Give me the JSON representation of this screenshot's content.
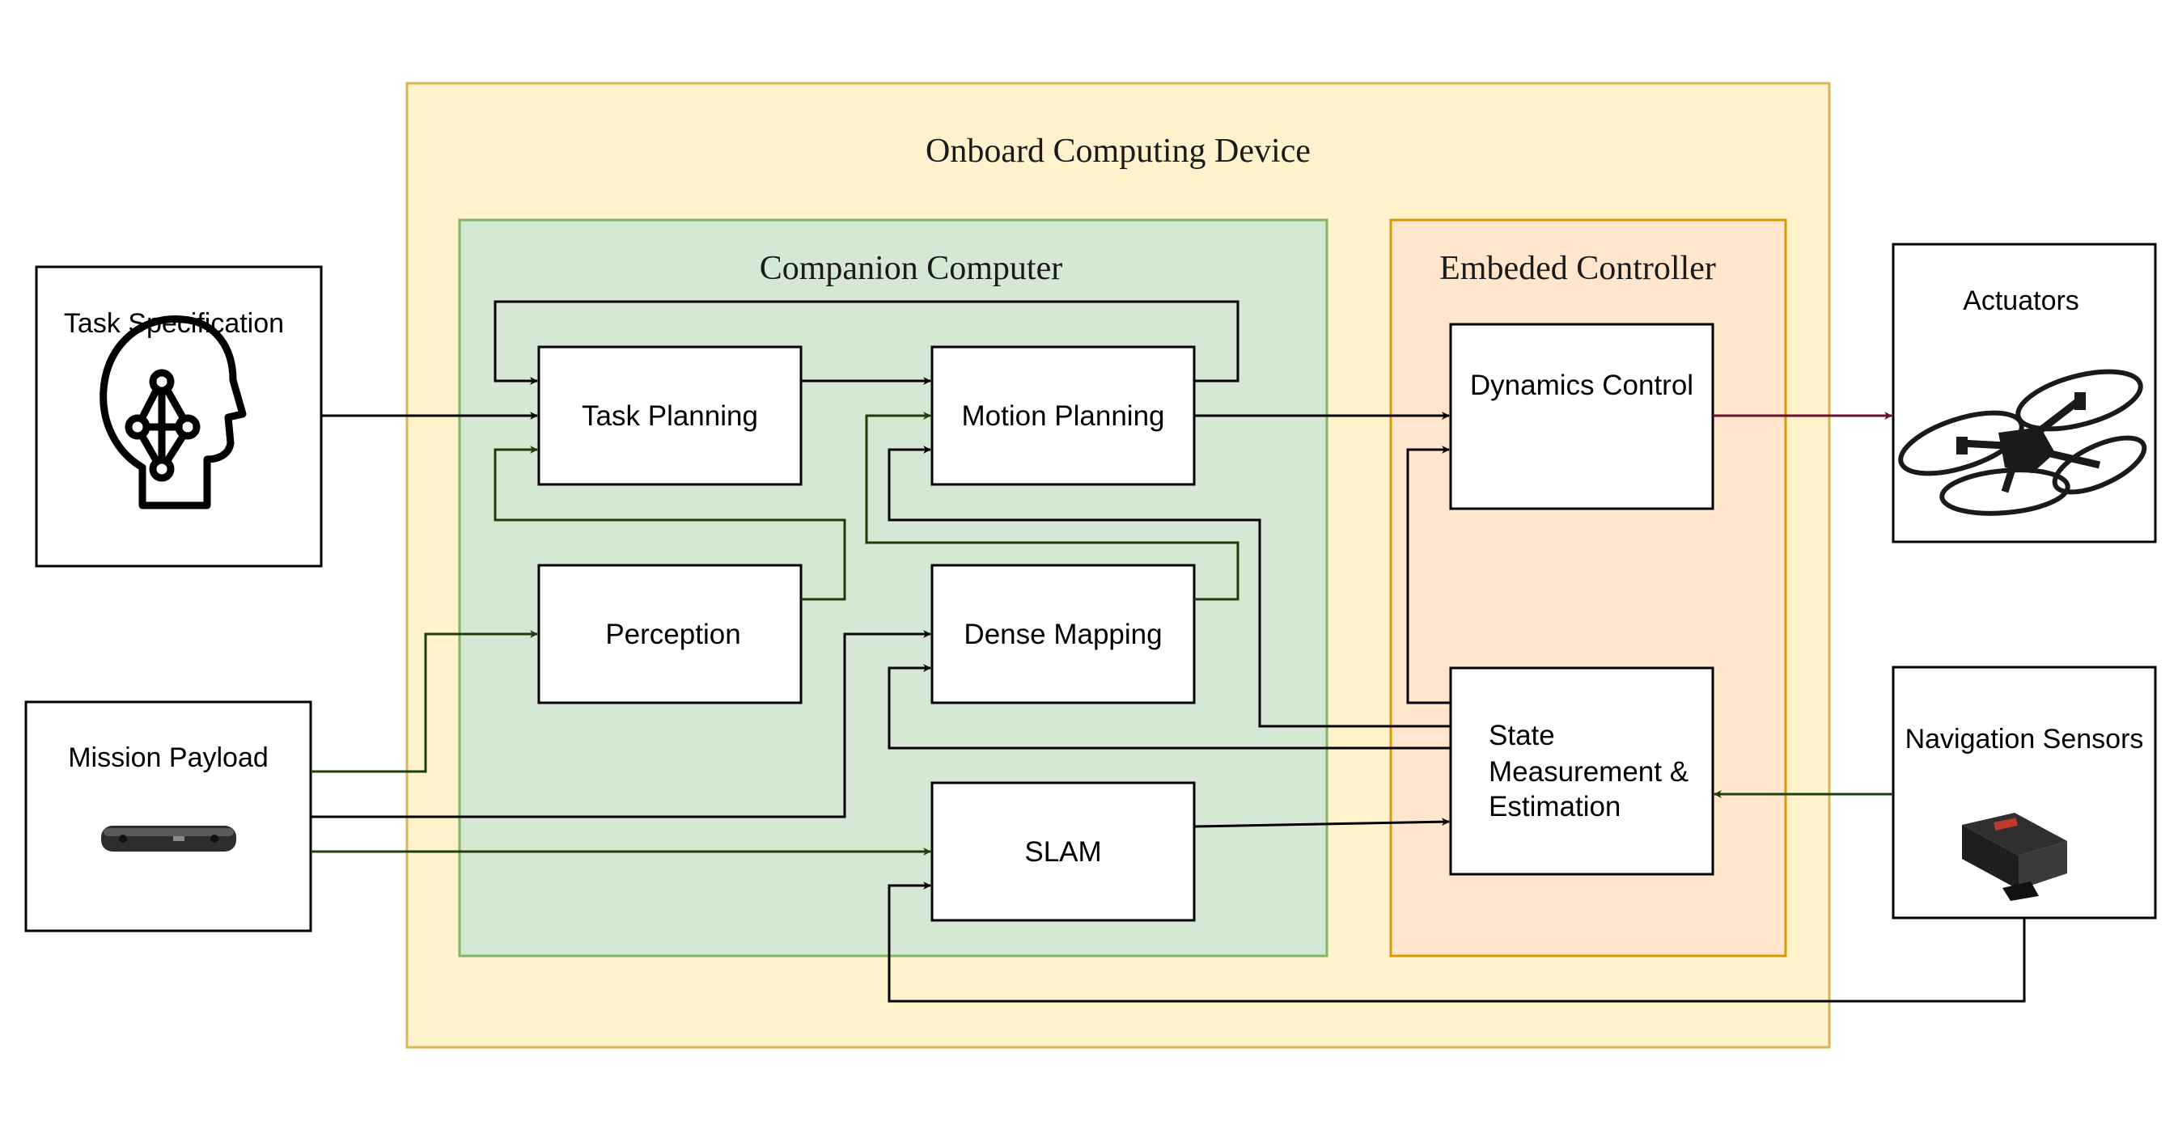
{
  "diagram": {
    "onboard_title": "Onboard Computing Device",
    "companion_title": "Companion Computer",
    "embedded_title": "Embeded Controller",
    "nodes": {
      "task_spec": "Task Specification",
      "mission_payload": "Mission Payload",
      "task_planning": "Task Planning",
      "motion_planning": "Motion Planning",
      "perception": "Perception",
      "dense_mapping": "Dense Mapping",
      "slam": "SLAM",
      "dynamics_control": "Dynamics Control",
      "state_line1": "State",
      "state_line2": "Measurement &",
      "state_line3": "Estimation",
      "actuators": "Actuators",
      "nav_sensors": "Navigation Sensors"
    },
    "icons": {
      "task_spec": "head-network-icon",
      "mission_payload": "depth-camera-icon",
      "actuators": "quadcopter-drone-icon",
      "nav_sensors": "imu-sensor-icon"
    },
    "colors": {
      "onboard_fill": "#fff2cc",
      "onboard_stroke": "#d6b656",
      "companion_fill": "#d5e8d4",
      "companion_stroke": "#82b366",
      "embedded_fill": "#ffe6cc",
      "embedded_stroke": "#d79b00",
      "edge_black": "#000000",
      "edge_green": "#1f3d0b",
      "edge_maroon": "#6b0f2a"
    }
  }
}
